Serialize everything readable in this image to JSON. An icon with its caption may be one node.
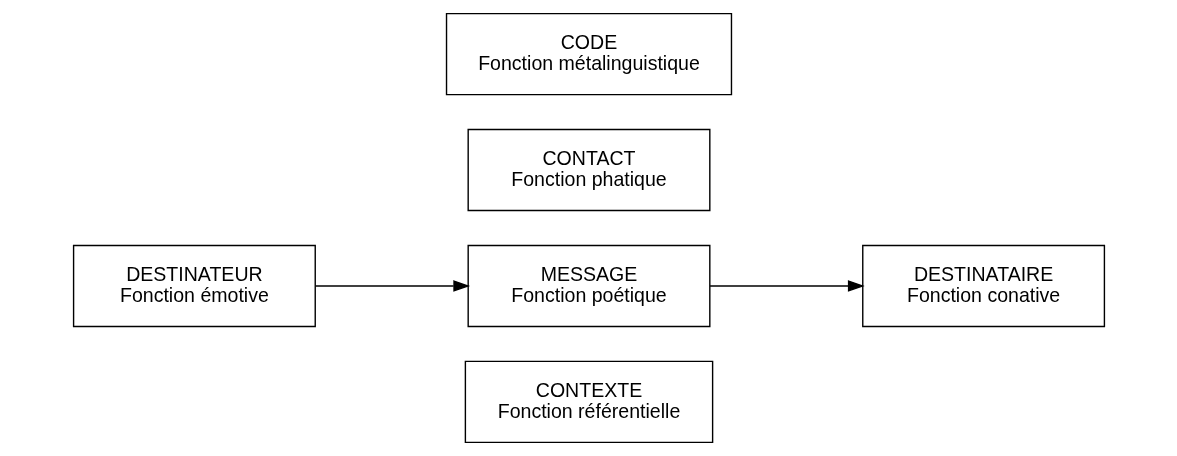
{
  "diagram": {
    "nodes": [
      {
        "text": [
          "CONTEXTE",
          "Fonction référentielle"
        ]
      },
      {
        "text": [
          "DESTINATEUR",
          "Fonction émotive"
        ]
      },
      {
        "text": [
          "MESSAGE",
          "Fonction poétique"
        ]
      },
      {
        "text": [
          "DESTINATAIRE",
          "Fonction conative"
        ]
      },
      {
        "text": [
          "CONTACT",
          "Fonction phatique"
        ]
      },
      {
        "text": [
          "CODE",
          "Fonction métalinguistique"
        ]
      }
    ],
    "edges": [
      {
        "from": 1,
        "to": 2,
        "arrow": "to"
      },
      {
        "from": 2,
        "to": 3,
        "arrow": "to"
      }
    ]
  }
}
